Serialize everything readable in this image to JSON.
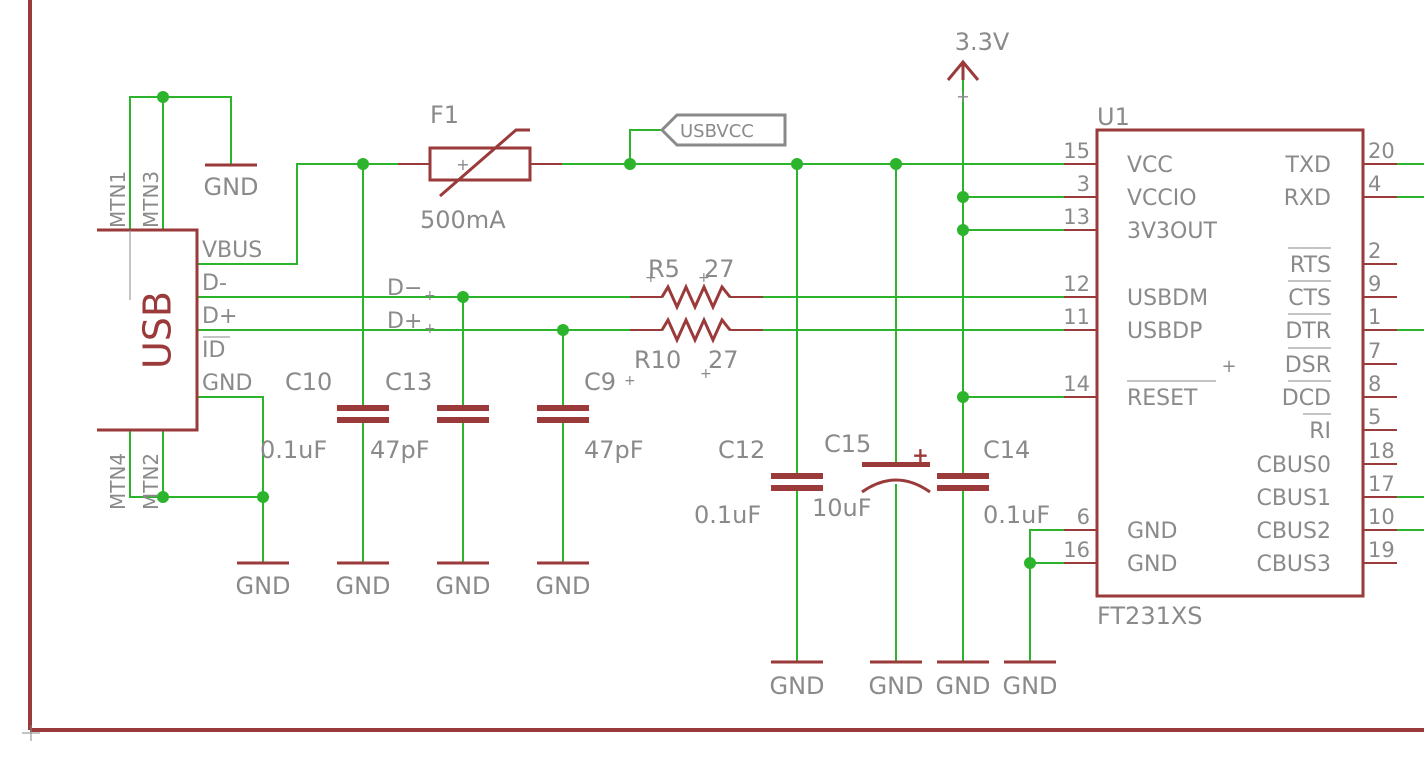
{
  "colors": {
    "wire": "#2cb52c",
    "part": "#9a3a3a",
    "text": "#8a8a8a",
    "frame": "#9a3a3a",
    "background": "#ffffff"
  },
  "connector": {
    "name": "USB",
    "pins": [
      "VBUS",
      "D-",
      "D+",
      "ID",
      "GND"
    ],
    "mount_top": [
      "MTN1",
      "MTN3"
    ],
    "mount_bottom": [
      "MTN4",
      "MTN2"
    ]
  },
  "fuse": {
    "name": "F1",
    "value": "500mA"
  },
  "net_label": "USBVCC",
  "supply": "3.3V",
  "ground_label": "GND",
  "diff_labels": {
    "dm": "D−",
    "dp": "D+"
  },
  "resistors": [
    {
      "name": "R5",
      "value": "27"
    },
    {
      "name": "R10",
      "value": "27"
    }
  ],
  "capacitors": [
    {
      "name": "C10",
      "value": "0.1uF"
    },
    {
      "name": "C13",
      "value": "47pF"
    },
    {
      "name": "C9",
      "value": "47pF"
    },
    {
      "name": "C12",
      "value": "0.1uF"
    },
    {
      "name": "C15",
      "value": "10uF"
    },
    {
      "name": "C14",
      "value": "0.1uF"
    }
  ],
  "ic": {
    "name": "U1",
    "part": "FT231XS",
    "left_pins": [
      {
        "num": "15",
        "label": "VCC"
      },
      {
        "num": "3",
        "label": "VCCIO"
      },
      {
        "num": "13",
        "label": "3V3OUT"
      },
      {
        "num": "12",
        "label": "USBDM"
      },
      {
        "num": "11",
        "label": "USBDP"
      },
      {
        "num": "14",
        "label": "RESET"
      },
      {
        "num": "6",
        "label": "GND"
      },
      {
        "num": "16",
        "label": "GND"
      }
    ],
    "right_pins": [
      {
        "num": "20",
        "label": "TXD"
      },
      {
        "num": "4",
        "label": "RXD"
      },
      {
        "num": "2",
        "label": "RTS"
      },
      {
        "num": "9",
        "label": "CTS"
      },
      {
        "num": "1",
        "label": "DTR"
      },
      {
        "num": "7",
        "label": "DSR"
      },
      {
        "num": "8",
        "label": "DCD"
      },
      {
        "num": "5",
        "label": "RI"
      },
      {
        "num": "18",
        "label": "CBUS0"
      },
      {
        "num": "17",
        "label": "CBUS1"
      },
      {
        "num": "10",
        "label": "CBUS2"
      },
      {
        "num": "19",
        "label": "CBUS3"
      }
    ]
  }
}
